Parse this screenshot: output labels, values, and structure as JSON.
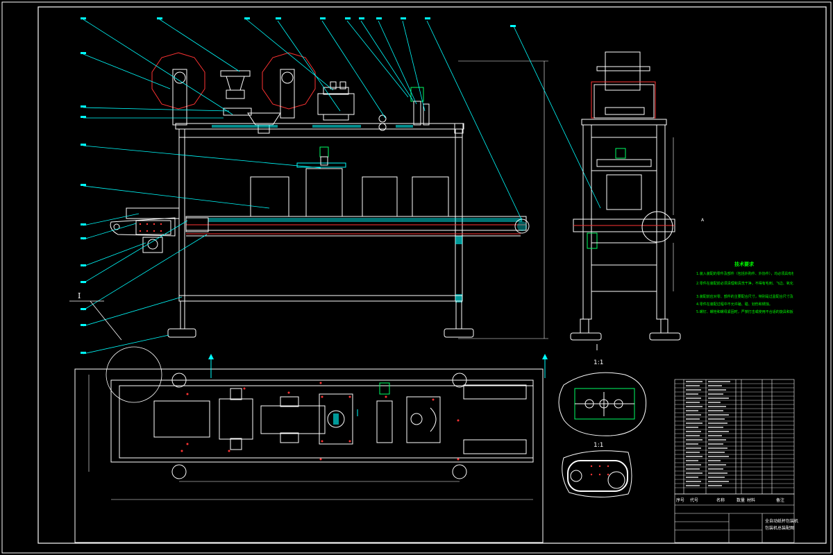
{
  "drawing": {
    "title_block": {
      "title_line1": "全自动纸杯包装机",
      "title_line2": "包装机总装配图",
      "header_cells": [
        "序号",
        "代号",
        "名称",
        "数量",
        "材料",
        "备注"
      ]
    },
    "technical_requirements": {
      "heading": "技术要求",
      "items": [
        "1.装入装配的零件及部件（包括外购件、外协件），均必须具有检验部门的合格证方能进行装配。",
        "2.零件在装配前必须清理和清洗干净，不得有毛刺、飞边、氧化皮、锈蚀、切屑、油污、着色剂和灰尘等。",
        "3.装配前应对零、部件的主要配合尺寸，特别是过盈配合尺寸及相关精度进行复查。",
        "4.零件在装配过程中不允许磕、碰、划伤和锈蚀。",
        "5.螺钉、螺栓和螺母紧固时，严禁打击或使用不合适的旋具和扳手。紧固后螺钉槽、螺母和螺钉、螺栓头部不得损坏。"
      ]
    },
    "views": {
      "detail_i_marker": "I",
      "scale_label": "1:1",
      "scale_label_2": "1:1",
      "section_label": "A"
    },
    "colors": {
      "outline": "#ffffff",
      "hatch": "#00ffff",
      "leader": "#00ffff",
      "section": "#ff0000",
      "text_green": "#00ff00",
      "motor": "#00ff66"
    }
  }
}
